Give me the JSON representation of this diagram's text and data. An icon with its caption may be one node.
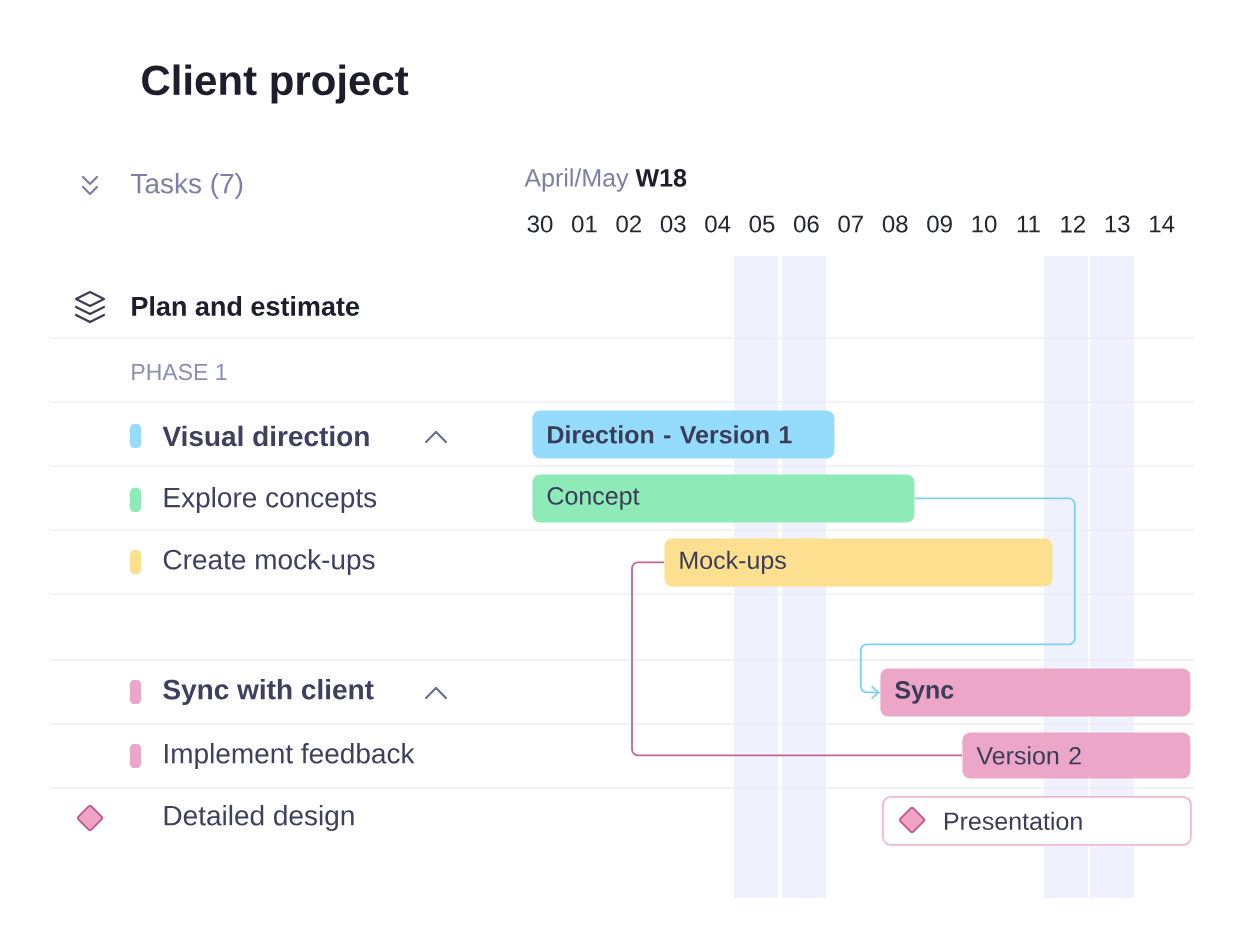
{
  "diagram": {
    "title": "Client project",
    "nodes": [
      {
        "text": [
          "Direction - Version 1"
        ]
      },
      {
        "text": [
          "Concept"
        ]
      },
      {
        "text": [
          "Mock-ups"
        ]
      },
      {
        "text": [
          "Sync"
        ]
      },
      {
        "text": [
          "Version 2"
        ]
      },
      {
        "text": [
          "Presentation"
        ]
      }
    ],
    "edges": [
      {
        "from": 1,
        "to": 3,
        "arrow": "to",
        "color": "#7cd0f5"
      },
      {
        "from": 2,
        "to": 4,
        "arrow": "none",
        "color": "#c4668f"
      }
    ],
    "labels": [
      "Tasks (7)",
      "April/May **W18**",
      "30",
      "01",
      "02",
      "03",
      "04",
      "05",
      "06",
      "07",
      "08",
      "09",
      "10",
      "11",
      "12",
      "13",
      "14",
      "Plan and estimate",
      "PHASE 1",
      "Visual direction",
      "Explore concepts",
      "Create mock-ups",
      "Sync with client",
      "Implement feedback",
      "Detailed design"
    ]
  }
}
